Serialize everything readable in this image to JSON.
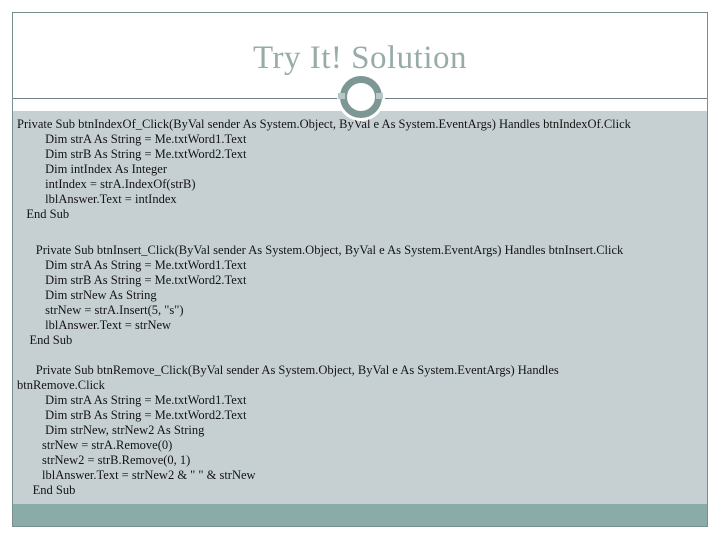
{
  "slide": {
    "title": "Try It! Solution",
    "colors": {
      "frame_border": "#78918f",
      "title_text": "#97aca8",
      "rule_line": "#6e808a",
      "code_bg": "#c6d0d3",
      "accent_band": "#8aaba8",
      "ring": "#7d9794",
      "ring_notch": "#b6c7c5",
      "code_text": "#131313",
      "page_bg": "#ffffff"
    },
    "ornament": {
      "shape": "ring"
    },
    "code_blocks": [
      {
        "name": "btnIndexOf_Click",
        "lines": [
          "Private Sub btnIndexOf_Click(ByVal sender As System.Object, ByVal e As System.EventArgs) Handles btnIndexOf.Click",
          "         Dim strA As String = Me.txtWord1.Text",
          "         Dim strB As String = Me.txtWord2.Text",
          "         Dim intIndex As Integer",
          "         intIndex = strA.IndexOf(strB)",
          "         lblAnswer.Text = intIndex",
          "   End Sub"
        ]
      },
      {
        "name": "btnInsert_Click",
        "lines": [
          "      Private Sub btnInsert_Click(ByVal sender As System.Object, ByVal e As System.EventArgs) Handles btnInsert.Click",
          "         Dim strA As String = Me.txtWord1.Text",
          "         Dim strB As String = Me.txtWord2.Text",
          "         Dim strNew As String",
          "         strNew = strA.Insert(5, \"s\")",
          "         lblAnswer.Text = strNew",
          "    End Sub"
        ]
      },
      {
        "name": "btnRemove_Click",
        "lines": [
          "      Private Sub btnRemove_Click(ByVal sender As System.Object, ByVal e As System.EventArgs) Handles",
          "btnRemove.Click",
          "         Dim strA As String = Me.txtWord1.Text",
          "         Dim strB As String = Me.txtWord2.Text",
          "         Dim strNew, strNew2 As String",
          "        strNew = strA.Remove(0)",
          "        strNew2 = strB.Remove(0, 1)",
          "        lblAnswer.Text = strNew2 & \" \" & strNew",
          "     End Sub"
        ]
      }
    ]
  }
}
